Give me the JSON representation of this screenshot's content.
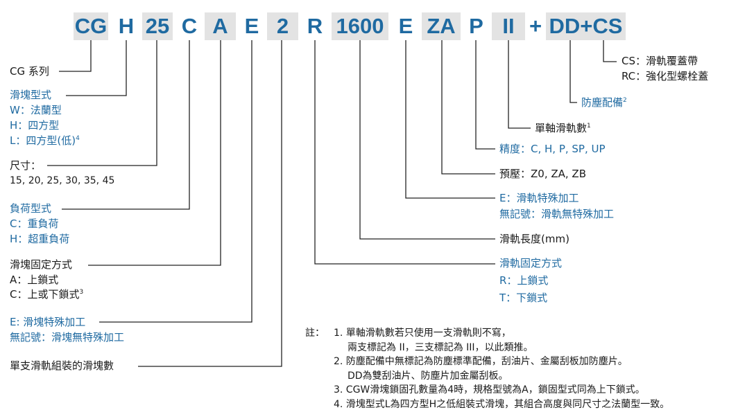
{
  "code_segments": [
    "CG",
    "H",
    "25",
    "C",
    "A",
    "E",
    "2",
    "R",
    "1600",
    "E",
    "ZA",
    "P",
    "II",
    "+",
    "DD+CS"
  ],
  "left_labels": {
    "series": {
      "text": "CG 系列"
    },
    "block_type": {
      "title": "滑塊型式",
      "lines": [
        "W：法蘭型",
        "H：四方型",
        "L：四方型(低)"
      ],
      "last_sup": "4"
    },
    "size": {
      "title": "尺寸：",
      "values": "15, 20, 25, 30, 35, 45"
    },
    "load_type": {
      "title": "負荷型式",
      "lines": [
        "C：重負荷",
        "H：超重負荷"
      ]
    },
    "block_mount": {
      "title": "滑塊固定方式",
      "lines": [
        "A：上鎖式",
        "C：上或下鎖式"
      ],
      "last_sup": "3"
    },
    "block_special": {
      "lines": [
        "E: 滑塊特殊加工",
        "無記號：滑塊無特殊加工"
      ]
    },
    "blocks_per_rail": {
      "text": "單支滑軌組裝的滑塊數"
    }
  },
  "right_labels": {
    "cover": {
      "lines": [
        "CS：滑軌覆蓋帶",
        "RC：強化型螺栓蓋"
      ]
    },
    "dust": {
      "text": "防塵配備",
      "sup": "2"
    },
    "rails_per_axis": {
      "text": "單軸滑軌數",
      "sup": "1"
    },
    "accuracy": {
      "text": "精度：C, H, P, SP, UP"
    },
    "preload": {
      "text": "預壓：Z0, ZA, ZB"
    },
    "rail_special": {
      "lines": [
        "E：滑軌特殊加工",
        "無記號：滑軌無特殊加工"
      ]
    },
    "rail_length": {
      "text": "滑軌長度(mm)"
    },
    "rail_mount": {
      "title": "滑軌固定方式",
      "lines": [
        "R：上鎖式",
        "T：下鎖式"
      ]
    }
  },
  "notes": {
    "prefix": "註：",
    "lines": [
      "1. 單軸滑軌數若只使用一支滑軌則不寫，",
      "兩支標記為 II，三支標記為 III，以此類推。",
      "2. 防塵配備中無標記為防塵標準配備，刮油片、金屬刮板加防塵片。",
      "DD為雙刮油片、防塵片加金屬刮板。",
      "3. CGW滑塊鎖固孔數量為4時，規格型號為A，鎖固型式同為上下鎖式。",
      "4. 滑塊型式L為四方型H之低組裝式滑塊，其組合高度與同尺寸之法蘭型一致。"
    ]
  },
  "colors": {
    "accent": "#1f6aa1",
    "shade": "#e3e3e3",
    "text": "#1a1a1a"
  }
}
